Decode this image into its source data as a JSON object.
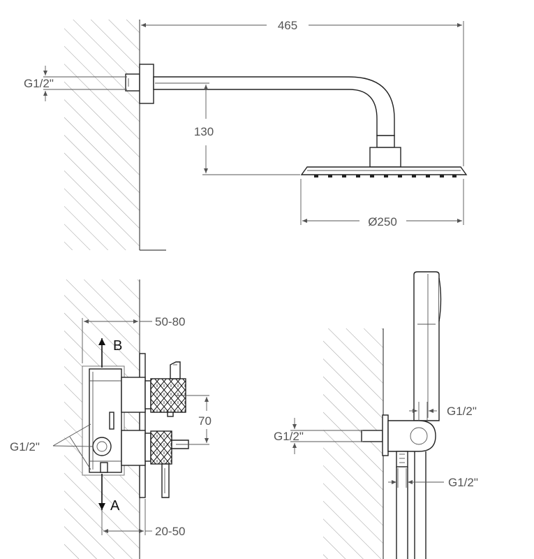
{
  "colors": {
    "line": "#222222",
    "dimension": "#555555",
    "hatch": "#9a9a9a",
    "background": "#ffffff"
  },
  "shower_head": {
    "length_label": "465",
    "drop_label": "130",
    "diameter_label": "Ø250",
    "inlet_thread_label": "G1/2\""
  },
  "mixer": {
    "depth_label": "50-80",
    "spacing_label": "70",
    "cover_label": "20-50",
    "outlet_b_label": "B",
    "outlet_a_label": "A",
    "thread_label": "G1/2\""
  },
  "hand_shower": {
    "hose_thread_label": "G1/2\"",
    "wall_thread_label": "G1/2\"",
    "outlet_thread_label": "G1/2\""
  }
}
